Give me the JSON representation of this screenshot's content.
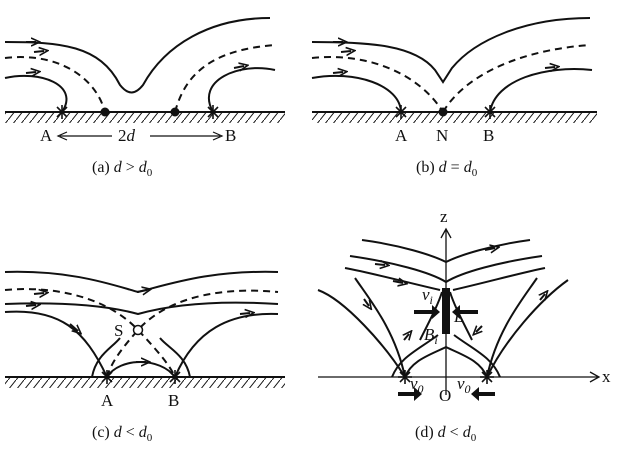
{
  "panels": {
    "a": {
      "caption_prefix": "(a) ",
      "caption_var": "d",
      "caption_op": " > ",
      "caption_rhs": "d",
      "caption_sub": "0",
      "label_A": "A",
      "label_B": "B",
      "label_2d_num": "2",
      "label_2d_var": "d"
    },
    "b": {
      "caption_prefix": "(b) ",
      "caption_var": "d",
      "caption_op": " = ",
      "caption_rhs": "d",
      "caption_sub": "0",
      "label_A": "A",
      "label_N": "N",
      "label_B": "B"
    },
    "c": {
      "caption_prefix": "(c) ",
      "caption_var": "d",
      "caption_op": " < ",
      "caption_rhs": "d",
      "caption_sub": "0",
      "label_A": "A",
      "label_B": "B",
      "label_S": "S"
    },
    "d": {
      "caption_prefix": "(d) ",
      "caption_var": "d",
      "caption_op": " < ",
      "caption_rhs": "d",
      "caption_sub": "0",
      "axis_z": "z",
      "axis_x": "x",
      "origin": "O",
      "vi_main": "v",
      "vi_sub": "i",
      "bi_main": "B",
      "bi_sub": "i",
      "length": "L",
      "v0_left_main": "v",
      "v0_left_sub": "0",
      "v0_right_main": "v",
      "v0_right_sub": "0"
    }
  }
}
